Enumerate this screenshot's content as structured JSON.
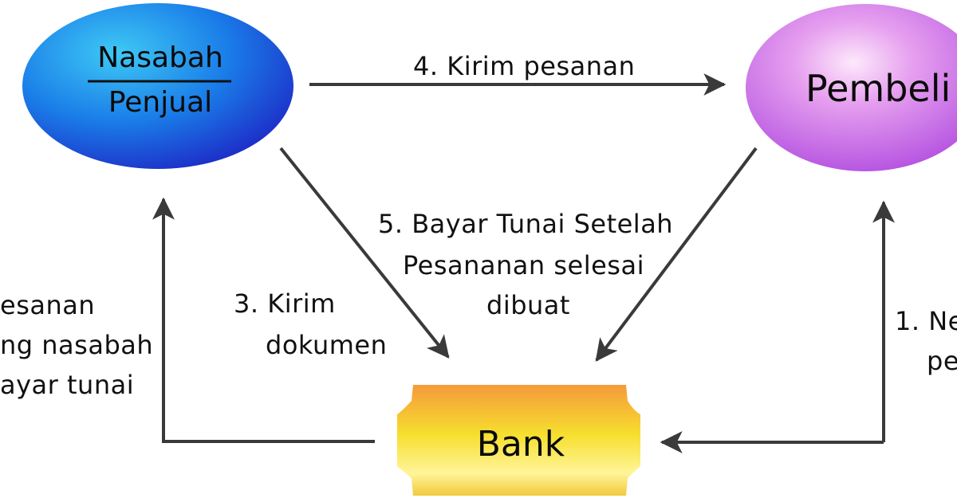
{
  "nodes": {
    "nasabah": {
      "line1": "Nasabah",
      "line2": "Penjual",
      "color": "#1a6fe6"
    },
    "pembeli": {
      "label": "Pembeli",
      "color": "#d07be8"
    },
    "bank": {
      "label": "Bank",
      "color": "#f2c73a"
    }
  },
  "labels": {
    "step4": "4. Kirim pesanan",
    "step5": [
      "5. Bayar Tunai Setelah",
      "Pesananan selesai",
      "dibuat"
    ],
    "step3": [
      "3. Kirim",
      "dokumen"
    ],
    "step2": [
      "esanan",
      "ng nasabah",
      "ayar tunai"
    ],
    "step1": [
      "1. Ne",
      "pe"
    ]
  },
  "colors": {
    "arrow": "#3a3a3a"
  }
}
